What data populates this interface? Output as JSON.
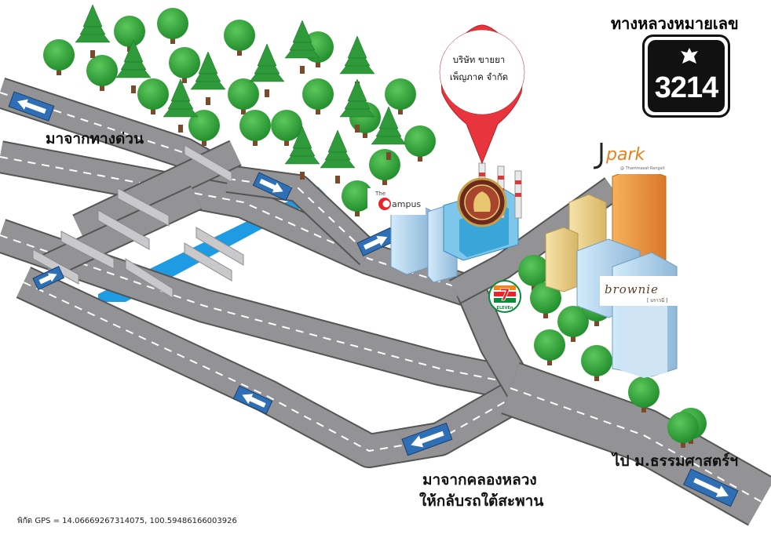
{
  "labels": {
    "from_expressway": "มาจากทางด่วน",
    "from_khlong_luang_1": "มาจากคลองหลวง",
    "from_khlong_luang_2": "ให้กลับรถใต้สะพาน",
    "to_thammasat": "ไป ม.ธรรมศาสตร์ฯ",
    "gps": "พิกัด GPS = 14.06669267314075, 100.59486166003926"
  },
  "highway": {
    "title": "ทางหลวงหมายเลข",
    "number": "3214"
  },
  "company_pin": {
    "line1": "บริษัท ขายยา",
    "line2": "เพ็ญภาค จำกัด"
  },
  "landmarks": {
    "campus_the": "The",
    "campus_name": "ampus",
    "jpark": "park",
    "jpark_sub": "@ Thammasat Rangsit",
    "brownie": "brownie",
    "brownie_sub": "[ บราวนี่ ]",
    "seven_eleven": "ELEVEn"
  },
  "colors": {
    "road": "#8f8f91",
    "road_dark": "#5c5c5e",
    "lane": "#ffffff",
    "canal": "#1e9be3",
    "tree": "#35a83a",
    "pin": "#e8343c",
    "building_blue": "#b5d8f0",
    "building_orange": "#f0a24a"
  }
}
